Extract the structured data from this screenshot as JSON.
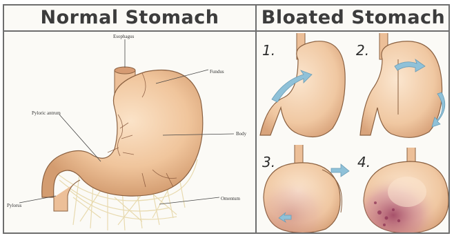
{
  "headers": {
    "left": "Normal Stomach",
    "right": "Bloated Stomach"
  },
  "labels": {
    "esophagus": "Esophagus",
    "fundus": "Fundus",
    "pyloric_antrum": "Pyloric antrum",
    "body": "Body",
    "pylorus": "Pylorus",
    "omentum": "Omentum"
  },
  "stages": [
    "1.",
    "2.",
    "3.",
    "4."
  ],
  "colors": {
    "border": "#6d6d6d",
    "stomach_fill": "#f2c9a2",
    "stomach_shade": "#dca47a",
    "arrow": "#8fc1d8",
    "inflamed": "#9a3b5f"
  }
}
